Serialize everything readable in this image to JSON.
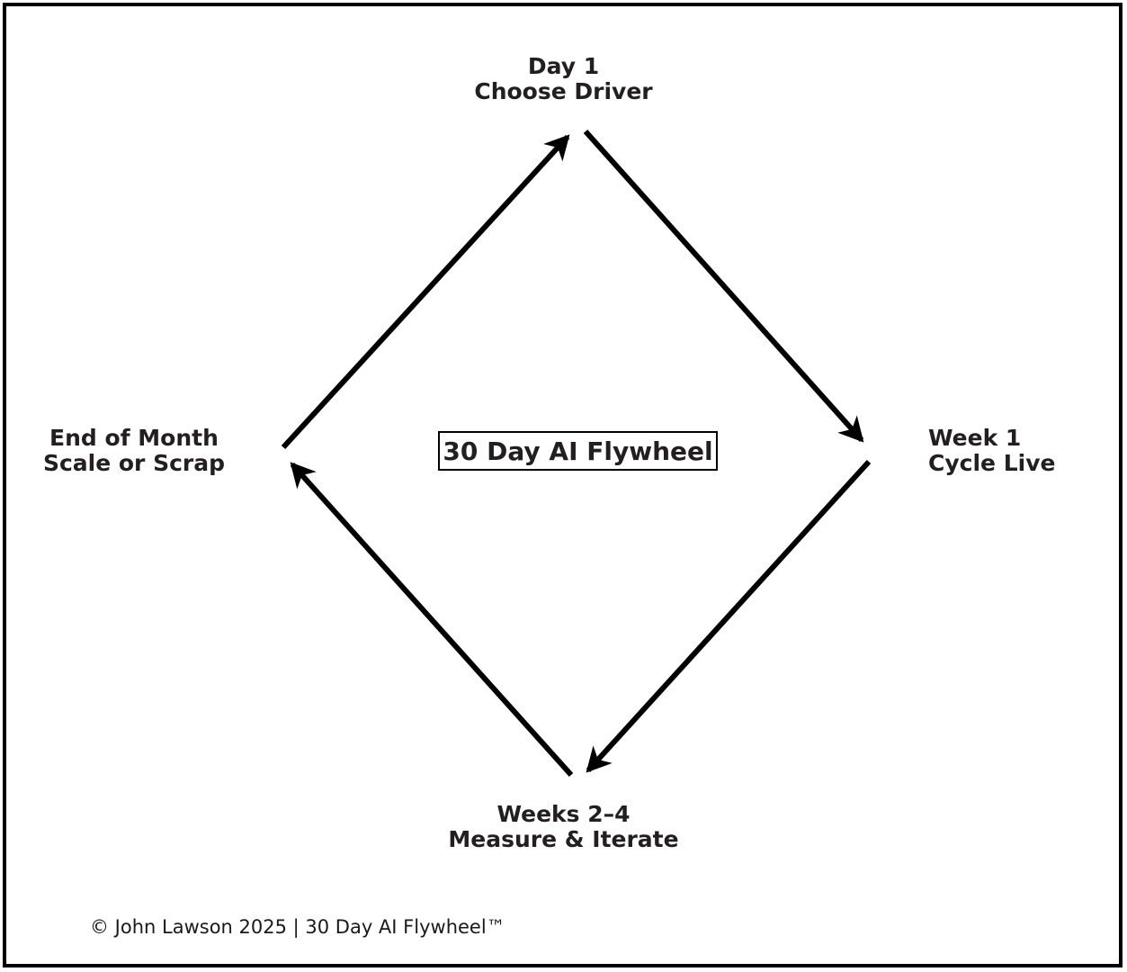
{
  "diagram": {
    "type": "cycle-diamond",
    "title": "30 Day AI Flywheel",
    "direction": "clockwise",
    "stroke_color": "#000000",
    "text_color": "#231f20",
    "background_color": "#ffffff",
    "border_color": "#000000",
    "center": {
      "label": "30 Day AI Flywheel"
    },
    "nodes": [
      {
        "id": "top",
        "position": "top",
        "line1": "Day 1",
        "line2": "Choose Driver"
      },
      {
        "id": "right",
        "position": "right",
        "line1": "Week 1",
        "line2": "Cycle Live"
      },
      {
        "id": "bottom",
        "position": "bottom",
        "line1": "Weeks 2–4",
        "line2": "Measure & Iterate"
      },
      {
        "id": "left",
        "position": "left",
        "line1": "End of Month",
        "line2": "Scale or Scrap"
      }
    ],
    "arrows": [
      {
        "id": "left-to-top",
        "from": "left",
        "to": "top",
        "arrowhead_at": "top"
      },
      {
        "id": "top-to-right",
        "from": "top",
        "to": "right",
        "arrowhead_at": "right"
      },
      {
        "id": "right-to-bottom",
        "from": "right",
        "to": "bottom",
        "arrowhead_at": "bottom"
      },
      {
        "id": "bottom-to-left",
        "from": "bottom",
        "to": "left",
        "arrowhead_at": "left"
      }
    ]
  },
  "footer": {
    "credit": "© John Lawson 2025 | 30 Day AI Flywheel™"
  }
}
